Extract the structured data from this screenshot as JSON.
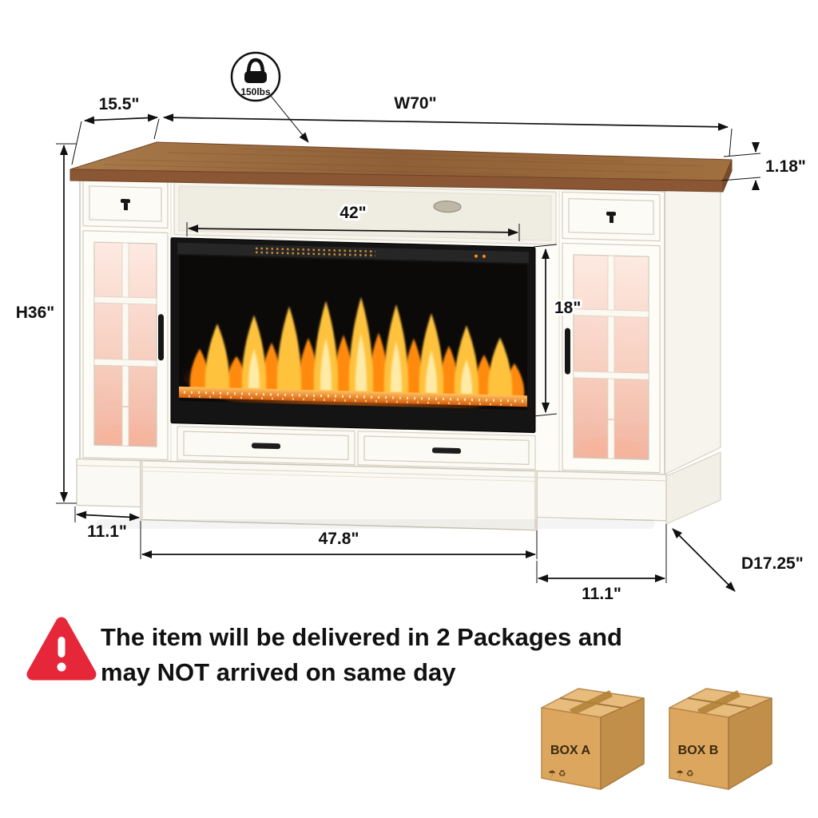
{
  "product_diagram": {
    "weight_badge": {
      "label": "150lbs"
    },
    "dimensions": {
      "top_depth": "15.5\"",
      "overall_width": "W70\"",
      "top_thickness": "1.18\"",
      "fireplace_width": "42\"",
      "fireplace_height": "18\"",
      "overall_height": "H36\"",
      "left_base_width": "11.1\"",
      "center_base_width": "47.8\"",
      "right_base_width": "11.1\"",
      "overall_depth": "D17.25\""
    },
    "colors": {
      "accent_red": "#e6273a",
      "wood": "#96653a",
      "carton": "#dca65f",
      "flame_orange": "#ff8a10",
      "led_glow_pink": "#f6c8b6"
    }
  },
  "delivery_notice": {
    "line1": "The item will be delivered in 2 Packages and",
    "line2": "may NOT arrived on same day"
  },
  "packages": {
    "box_a": "BOX A",
    "box_b": "BOX B",
    "care_symbols": "☂ ♻"
  }
}
